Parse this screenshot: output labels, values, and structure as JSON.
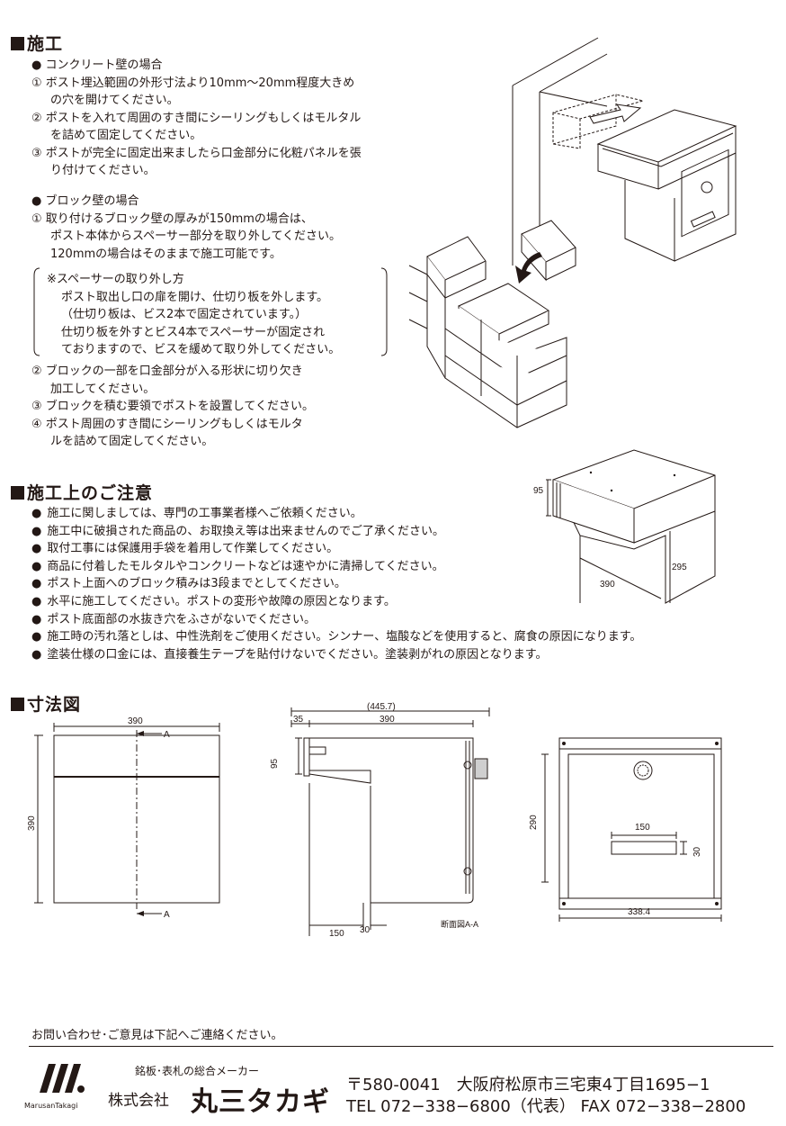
{
  "sec1": {
    "title": "施工",
    "concrete": {
      "head": "● コンクリート壁の場合",
      "s1a": "① ボスト埋込範囲の外形寸法より10mm〜20mm程度大きめ",
      "s1b": "の穴を開けてください。",
      "s2a": "② ポストを入れて周囲のすき間にシーリングもしくはモルタル",
      "s2b": "を詰めて固定してください。",
      "s3a": "③ ポストが完全に固定出来ましたら口金部分に化粧パネルを張",
      "s3b": "り付けてください。"
    },
    "block": {
      "head": "● ブロック壁の場合",
      "s1a": "① 取り付けるブロック壁の厚みが150mmの場合は、",
      "s1b": "ポスト本体からスペーサー部分を取り外してください。",
      "s1c": "120mmの場合はそのままで施工可能です。",
      "n1": "※スペーサーの取り外し方",
      "n2": "ポスト取出し口の扉を開け、仕切り板を外します。",
      "n3": "（仕切り板は、ビス2本で固定されています。）",
      "n4": "仕切り板を外すとビス4本でスペーサーが固定され",
      "n5": "ておりますので、ビスを緩めて取り外してください。",
      "s2a": "② ブロックの一部を口金部分が入る形状に切り欠き",
      "s2b": "加工してください。",
      "s3": "③ ブロックを積む要領でポストを設置してください。",
      "s4a": "④ ポスト周囲のすき間にシーリングもしくはモルタ",
      "s4b": "ルを詰めて固定してください。"
    }
  },
  "sec2": {
    "title": "施工上のご注意",
    "notes": [
      "施工に関しましては、専門の工事業者様へご依頼ください。",
      "施工中に破損された商品の、お取換え等は出来ませんのでご了承ください。",
      "取付工事には保護用手袋を着用して作業してください。",
      "商品に付着したモルタルやコンクリートなどは速やかに清掃してください。",
      "ポスト上面へのブロック積みは3段までとしてください。",
      "水平に施工してください。ポストの変形や故障の原因となります。",
      "ポスト底面部の水抜き穴をふさがないでください。",
      "施工時の汚れ落としは、中性洗剤をご使用ください。シンナー、塩酸などを使用すると、腐食の原因になります。",
      "塗装仕様の口金には、直接養生テープを貼付けないでください。塗装剥がれの原因となります。"
    ],
    "iso": {
      "d95": "95",
      "d295": "295",
      "d390": "390"
    }
  },
  "sec3": {
    "title": "寸法図",
    "front": {
      "w": "390",
      "h": "390",
      "a1": "A",
      "a2": "A"
    },
    "side": {
      "total": "(445.7)",
      "d35": "35",
      "d390": "390",
      "d95": "95",
      "d150": "150",
      "d30": "30",
      "caption": "断面図A-A"
    },
    "back": {
      "d290": "290",
      "d150": "150",
      "d30": "30",
      "d338": "338.4"
    }
  },
  "footer": {
    "contact": "お問い合わせ･ご意見は下記へご連絡ください。",
    "tagline": "銘板･表札の総合メーカー",
    "company_prefix": "株式会社",
    "company_name": "丸三タカギ",
    "logo_text": "MarusanTakagi",
    "address": "〒580-0041　大阪府松原市三宅東4丁目1695−1",
    "tel": "TEL 072−338−6800（代表）  FAX 072−338−2800"
  }
}
